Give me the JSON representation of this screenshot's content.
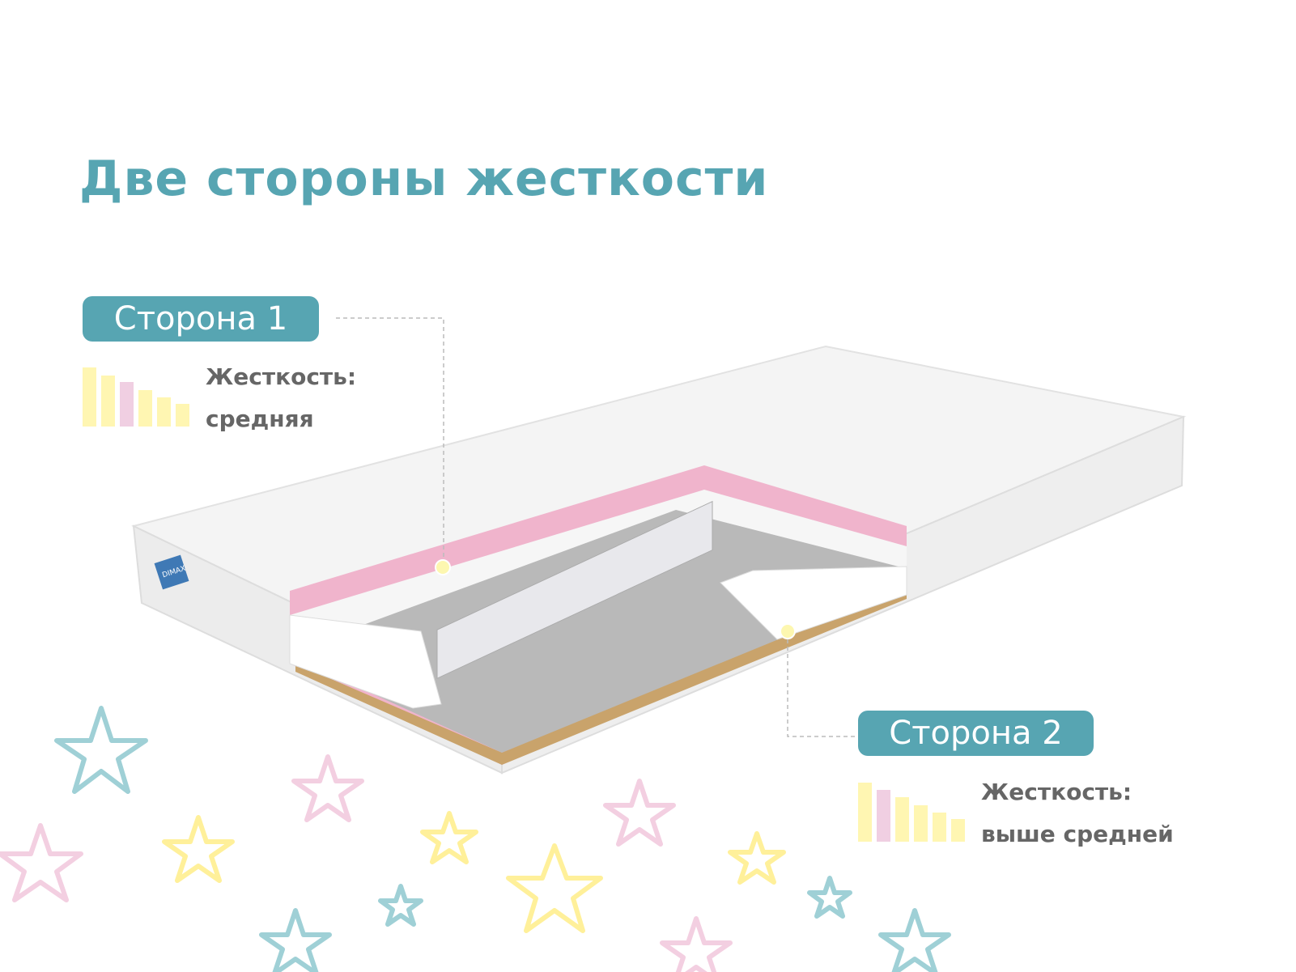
{
  "title": "Две стороны жесткости",
  "sides": [
    {
      "badge": "Сторона 1",
      "firmness_label": "Жесткость:",
      "firmness_value": "средняя",
      "scale_levels": 6,
      "highlighted_level": 3
    },
    {
      "badge": "Сторона 2",
      "firmness_label": "Жесткость:",
      "firmness_value": "выше средней",
      "scale_levels": 6,
      "highlighted_level": 2
    }
  ],
  "brand_label": "DIMAX",
  "colors": {
    "accent": "#57a5b2",
    "pink": "#f0b4cc",
    "yellow": "#fff6b2",
    "text": "#666666"
  }
}
